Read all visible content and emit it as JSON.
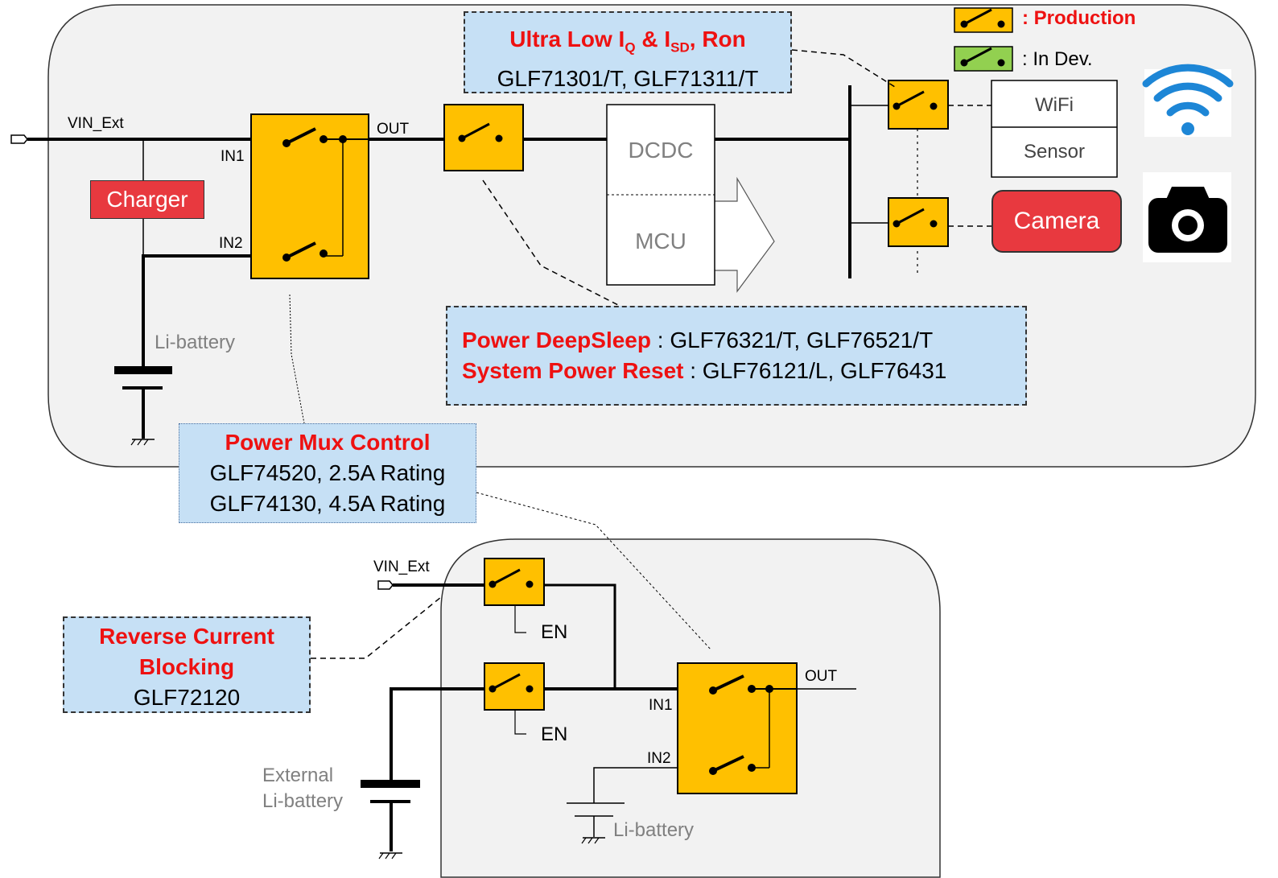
{
  "legend": {
    "production_label": ": Production",
    "indev_label": ":  In Dev.",
    "production_color": "#ffc000",
    "indev_color": "#92d050"
  },
  "colors": {
    "switch": "#ffc000",
    "highlight": "#ee1111",
    "callout_bg": "#c6e0f5",
    "block_red": "#e8393f",
    "panel_bg": "#f2f2f2"
  },
  "top": {
    "vin": "VIN_Ext",
    "in1": "IN1",
    "in2": "IN2",
    "out": "OUT",
    "charger": "Charger",
    "battery": "Li-battery",
    "dcdc": "DCDC",
    "mcu": "MCU",
    "wifi": "WiFi",
    "sensor": "Sensor",
    "camera": "Camera"
  },
  "callouts": {
    "ultra_low": {
      "title_pre": "Ultra Low I",
      "title_sub1": "Q",
      "title_mid": " & I",
      "title_sub2": "SD",
      "title_post": ", Ron",
      "parts": "GLF71301/T, GLF71311/T"
    },
    "deepsleep": {
      "line1_label": "Power DeepSleep",
      "line1_parts": " : GLF76321/T, GLF76521/T",
      "line2_label": "System Power Reset",
      "line2_parts": " : GLF76121/L, GLF76431"
    },
    "mux": {
      "title": "Power Mux Control",
      "line1": "GLF74520, 2.5A Rating",
      "line2": "GLF74130, 4.5A Rating"
    },
    "reverse": {
      "title1": "Reverse Current",
      "title2": "Blocking",
      "part": "GLF72120"
    }
  },
  "bottom": {
    "vin": "VIN_Ext",
    "en1": "EN",
    "en2": "EN",
    "in1": "IN1",
    "in2": "IN2",
    "out": "OUT",
    "ext_battery1": "External",
    "ext_battery2": "Li-battery",
    "battery": "Li-battery"
  },
  "icons": [
    "wifi-icon",
    "camera-icon"
  ]
}
